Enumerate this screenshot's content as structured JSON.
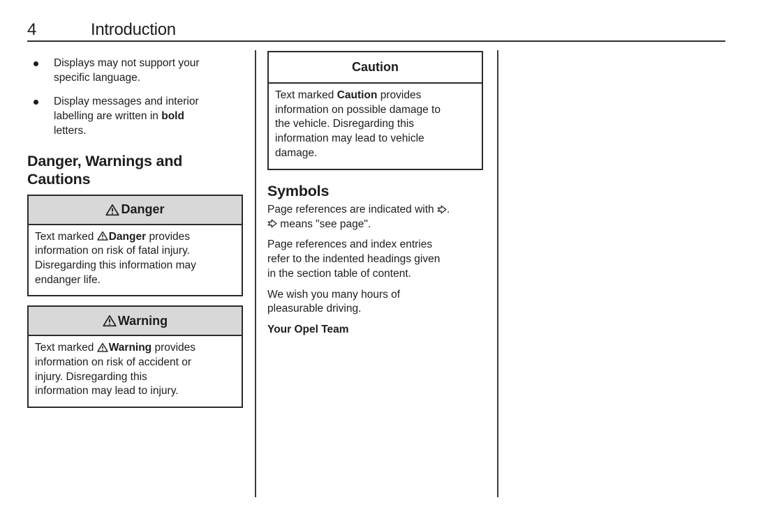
{
  "header": {
    "page_number": "4",
    "chapter_title": "Introduction"
  },
  "left_column": {
    "bullets": [
      {
        "segments": [
          {
            "text": "Displays may not support your"
          },
          {
            "break": true
          },
          {
            "text": "specific language."
          }
        ]
      },
      {
        "segments": [
          {
            "text": "Display messages and interior"
          },
          {
            "break": true
          },
          {
            "text": "labelling are written in "
          },
          {
            "text": "bold",
            "bold": true
          },
          {
            "break": true
          },
          {
            "text": "letters."
          }
        ]
      }
    ],
    "section_heading": "Danger, Warnings and Cautions",
    "danger_box": {
      "title": "Danger",
      "title_icon": "warning-triangle",
      "body_segments": [
        {
          "text": "Text marked "
        },
        {
          "icon": "warning-triangle"
        },
        {
          "text": "Danger",
          "bold": true
        },
        {
          "text": " provides"
        },
        {
          "break": true
        },
        {
          "text": "information on risk of fatal injury."
        },
        {
          "break": true
        },
        {
          "text": "Disregarding this information may"
        },
        {
          "break": true
        },
        {
          "text": "endanger life."
        }
      ]
    },
    "warning_box": {
      "title": "Warning",
      "title_icon": "warning-triangle",
      "body_segments": [
        {
          "text": "Text marked "
        },
        {
          "icon": "warning-triangle"
        },
        {
          "text": "Warning",
          "bold": true
        },
        {
          "text": " provides"
        },
        {
          "break": true
        },
        {
          "text": "information on risk of accident or"
        },
        {
          "break": true
        },
        {
          "text": "injury. Disregarding this"
        },
        {
          "break": true
        },
        {
          "text": "information may lead to injury."
        }
      ]
    }
  },
  "middle_column": {
    "caution_box": {
      "title": "Caution",
      "body_segments": [
        {
          "text": "Text marked "
        },
        {
          "text": "Caution",
          "bold": true
        },
        {
          "text": " provides"
        },
        {
          "break": true
        },
        {
          "text": "information on possible damage to"
        },
        {
          "break": true
        },
        {
          "text": "the vehicle. Disregarding this"
        },
        {
          "break": true
        },
        {
          "text": "information may lead to vehicle"
        },
        {
          "break": true
        },
        {
          "text": "damage."
        }
      ]
    },
    "section_heading": "Symbols",
    "paragraphs": [
      {
        "segments": [
          {
            "text": "Page references are indicated with "
          },
          {
            "icon": "page-ref-arrow"
          },
          {
            "text": "."
          },
          {
            "break": true
          },
          {
            "icon": "page-ref-arrow"
          },
          {
            "text": " means \"see page\"."
          }
        ]
      },
      {
        "segments": [
          {
            "text": "Page references and index entries"
          },
          {
            "break": true
          },
          {
            "text": "refer to the indented headings given"
          },
          {
            "break": true
          },
          {
            "text": "in the section table of content."
          }
        ]
      },
      {
        "segments": [
          {
            "text": "We wish you many hours of"
          },
          {
            "break": true
          },
          {
            "text": "pleasurable driving."
          }
        ]
      },
      {
        "segments": [
          {
            "text": "Your Opel Team",
            "bold": true
          }
        ]
      }
    ]
  },
  "icons": {
    "warning_triangle": "warning-triangle-icon",
    "page_ref_arrow": "page-ref-arrow-icon"
  },
  "colors": {
    "text": "#1d1d1d",
    "box_border": "#2b2b2b",
    "box_header_bg": "#d8d8d8",
    "divider": "#3a3a3a",
    "rule": "#2f2f2f"
  }
}
